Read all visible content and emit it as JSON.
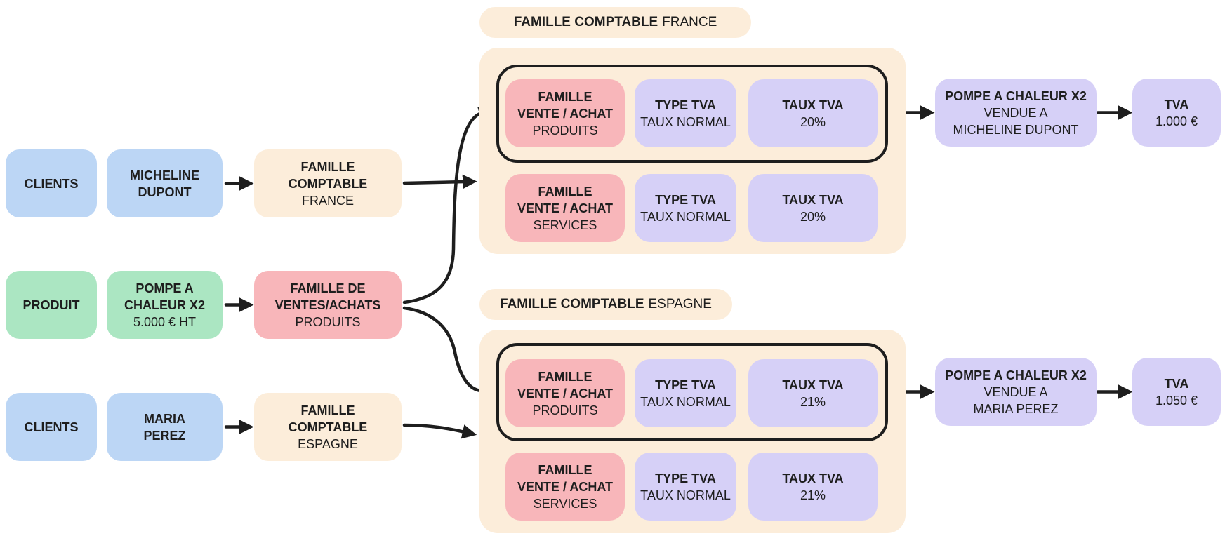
{
  "colors": {
    "ink": "#1e1e1e",
    "blue": "#bcd6f5",
    "green": "#abe6c2",
    "pink": "#f8b6ba",
    "cream": "#fcedda",
    "purple": "#d6d0f7"
  },
  "left": {
    "row1": {
      "cat": "CLIENTS",
      "entity": "MICHELINE\nDUPONT",
      "fam_title": "FAMILLE\nCOMPTABLE",
      "fam_sub": "FRANCE"
    },
    "row2": {
      "cat": "PRODUIT",
      "entity": "POMPE A\nCHALEUR X2",
      "entity_sub": "5.000 € HT",
      "fam_title": "FAMILLE DE\nVENTES/ACHATS",
      "fam_sub": "PRODUITS"
    },
    "row3": {
      "cat": "CLIENTS",
      "entity": "MARIA\nPEREZ",
      "fam_title": "FAMILLE\nCOMPTABLE",
      "fam_sub": "ESPAGNE"
    }
  },
  "panels": {
    "france": {
      "pill_bold": "FAMILLE COMPTABLE",
      "pill_rest": "FRANCE",
      "rows": [
        {
          "fam_title": "FAMILLE\nVENTE / ACHAT",
          "fam_sub": "PRODUITS",
          "type_title": "TYPE TVA",
          "type_sub": "TAUX NORMAL",
          "taux_title": "TAUX TVA",
          "taux_sub": "20%"
        },
        {
          "fam_title": "FAMILLE\nVENTE / ACHAT",
          "fam_sub": "SERVICES",
          "type_title": "TYPE TVA",
          "type_sub": "TAUX NORMAL",
          "taux_title": "TAUX TVA",
          "taux_sub": "20%"
        }
      ],
      "result_title": "POMPE A CHALEUR X2",
      "result_sub": "VENDUE A\nMICHELINE DUPONT",
      "tva_title": "TVA",
      "tva_amount": "1.000 €"
    },
    "espagne": {
      "pill_bold": "FAMILLE COMPTABLE",
      "pill_rest": "ESPAGNE",
      "rows": [
        {
          "fam_title": "FAMILLE\nVENTE / ACHAT",
          "fam_sub": "PRODUITS",
          "type_title": "TYPE TVA",
          "type_sub": "TAUX NORMAL",
          "taux_title": "TAUX TVA",
          "taux_sub": "21%"
        },
        {
          "fam_title": "FAMILLE\nVENTE / ACHAT",
          "fam_sub": "SERVICES",
          "type_title": "TYPE TVA",
          "type_sub": "TAUX NORMAL",
          "taux_title": "TAUX TVA",
          "taux_sub": "21%"
        }
      ],
      "result_title": "POMPE A CHALEUR X2",
      "result_sub": "VENDUE A\nMARIA PEREZ",
      "tva_title": "TVA",
      "tva_amount": "1.050 €"
    }
  }
}
